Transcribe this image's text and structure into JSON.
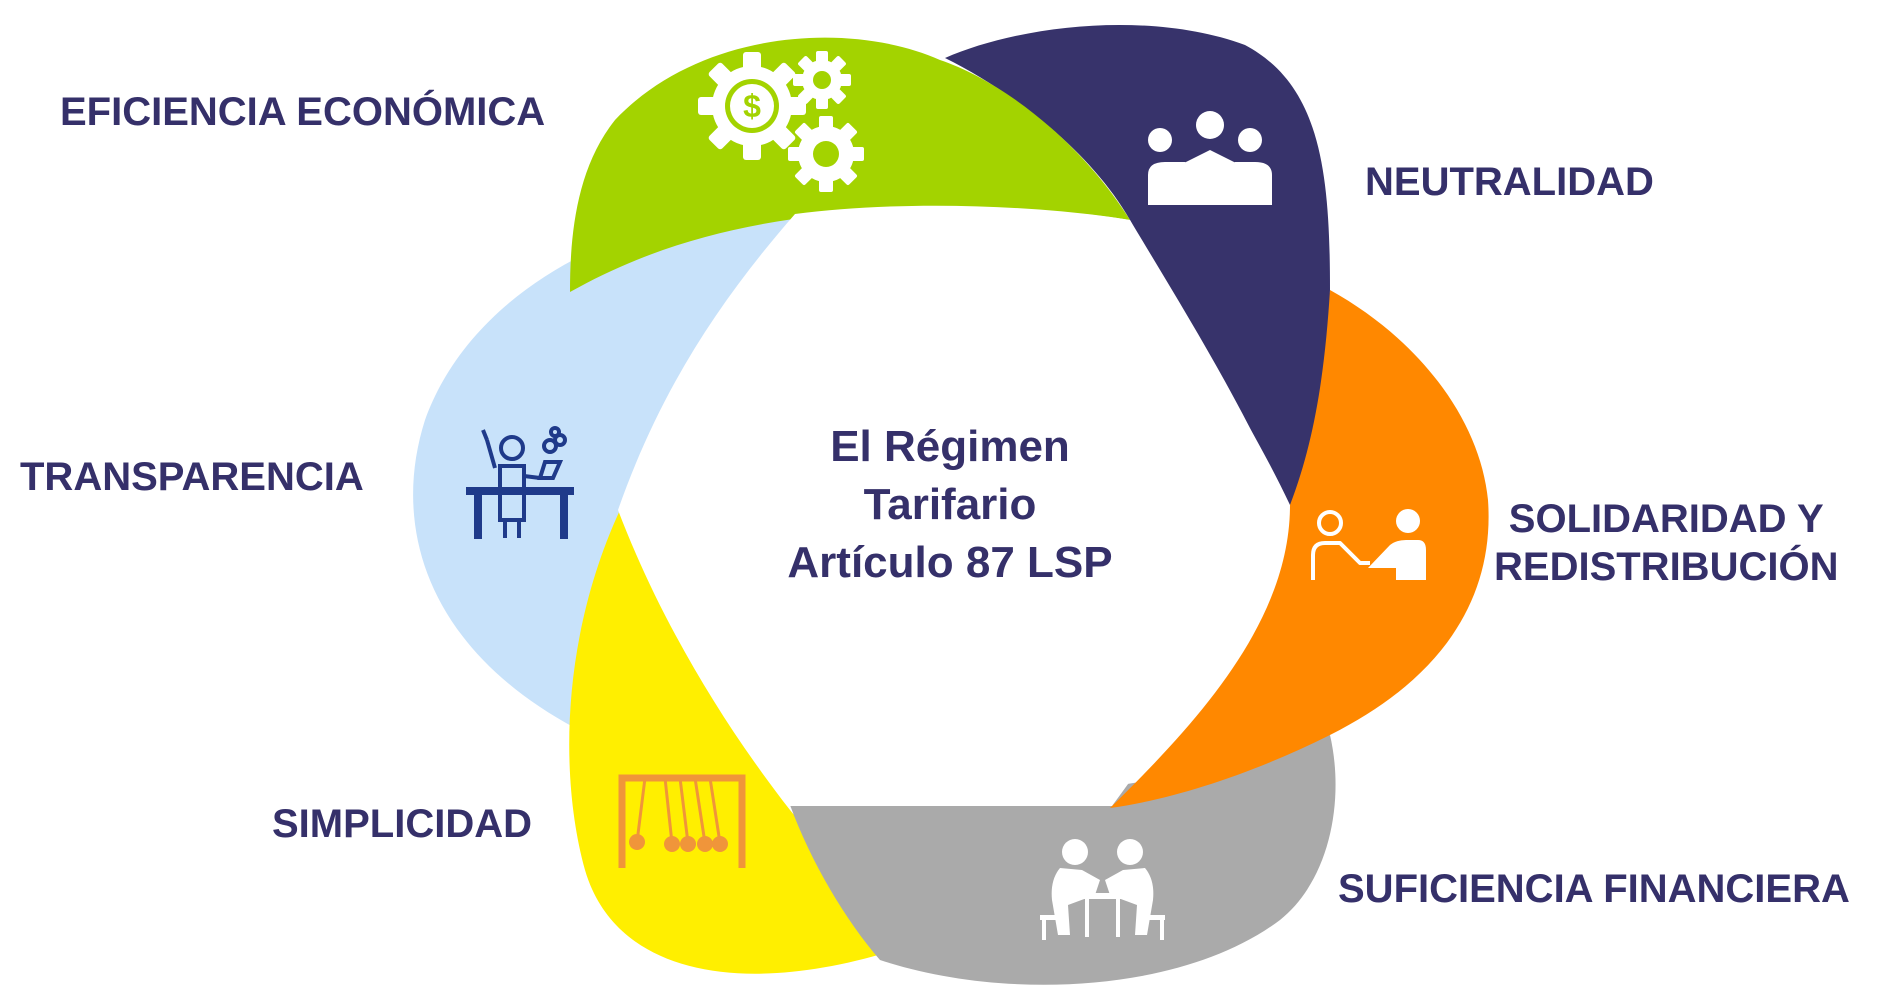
{
  "center": {
    "lines": [
      "El Régimen",
      "Tarifario",
      "Artículo 87 LSP"
    ]
  },
  "petals": [
    {
      "label_lines": [
        "EFICIENCIA ECONÓMICA"
      ],
      "color": "#a3d300",
      "icon": "gears-dollar-icon"
    },
    {
      "label_lines": [
        "NEUTRALIDAD"
      ],
      "color": "#37336b",
      "icon": "group-people-icon"
    },
    {
      "label_lines": [
        "SOLIDARIDAD Y",
        "REDISTRIBUCIÓN"
      ],
      "color": "#ff8800",
      "icon": "helping-hand-icon"
    },
    {
      "label_lines": [
        "SUFICIENCIA FINANCIERA"
      ],
      "color": "#aaaaaa",
      "icon": "arm-wrestling-icon"
    },
    {
      "label_lines": [
        "SIMPLICIDAD"
      ],
      "color": "#ffef00",
      "icon": "newtons-cradle-icon"
    },
    {
      "label_lines": [
        "TRANSPARENCIA"
      ],
      "color": "#c8e2fa",
      "icon": "scientist-lab-icon"
    }
  ]
}
